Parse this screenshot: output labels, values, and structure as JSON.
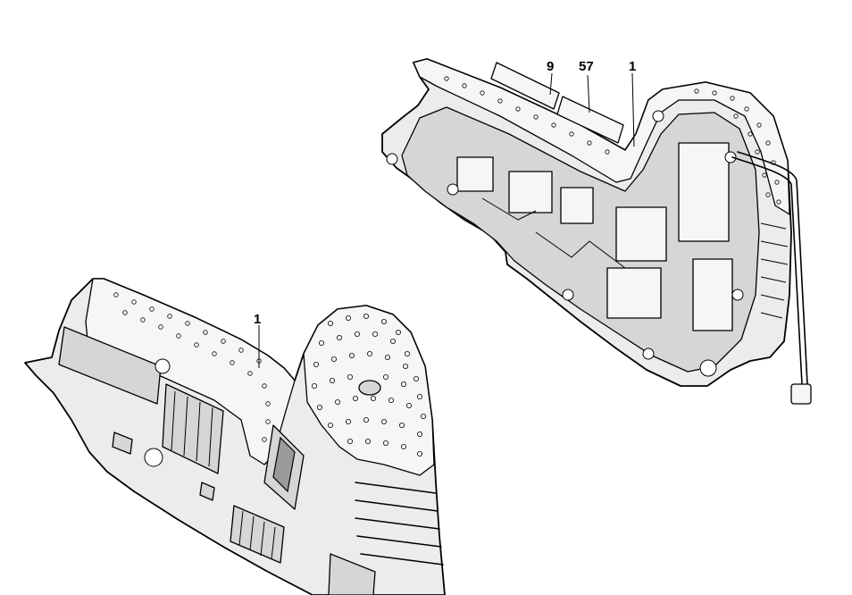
{
  "diagram": {
    "callouts": [
      {
        "id": "upper-9",
        "text": "9"
      },
      {
        "id": "upper-57",
        "text": "57"
      },
      {
        "id": "upper-1",
        "text": "1"
      },
      {
        "id": "lower-1",
        "text": "1"
      }
    ]
  }
}
